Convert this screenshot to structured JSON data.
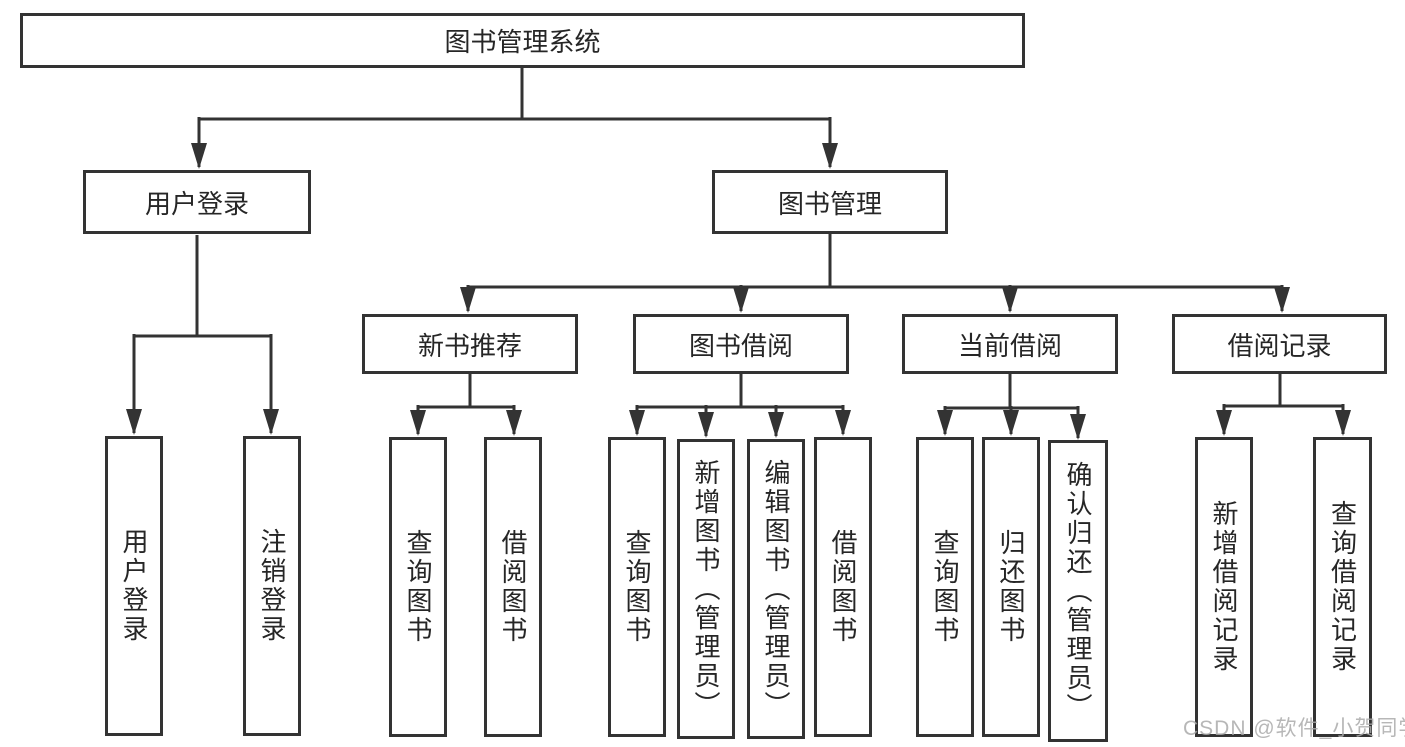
{
  "colors": {
    "line": "#333333",
    "node_border": "#333333",
    "node_text": "#262626",
    "watermark_text": "#aaaaaa",
    "background": "#ffffff"
  },
  "diagram": {
    "type": "hierarchy-tree",
    "root": {
      "label": "图书管理系统",
      "children": {
        "user_login": {
          "label": "用户登录",
          "children": {
            "login": {
              "label": "用户登录"
            },
            "logout": {
              "label": "注销登录"
            }
          }
        },
        "book_mgmt": {
          "label": "图书管理",
          "children": {
            "new_book_rec": {
              "label": "新书推荐",
              "children": {
                "query_book": {
                  "label": "查询图书"
                },
                "borrow_book": {
                  "label": "借阅图书"
                }
              }
            },
            "book_borrow": {
              "label": "图书借阅",
              "children": {
                "query_book": {
                  "label": "查询图书"
                },
                "add_book": {
                  "label": "新增图书（管理员）"
                },
                "edit_book": {
                  "label": "编辑图书（管理员）"
                },
                "borrow_book": {
                  "label": "借阅图书"
                }
              }
            },
            "current_borrow": {
              "label": "当前借阅",
              "children": {
                "query_book": {
                  "label": "查询图书"
                },
                "return_book": {
                  "label": "归还图书"
                },
                "confirm_return": {
                  "label": "确认归还（管理员）"
                }
              }
            },
            "borrow_record": {
              "label": "借阅记录",
              "children": {
                "add_record": {
                  "label": "新增借阅记录"
                },
                "query_record": {
                  "label": "查询借阅记录"
                }
              }
            }
          }
        }
      }
    }
  },
  "watermark": {
    "text": "CSDN @软件_小贺同学"
  }
}
